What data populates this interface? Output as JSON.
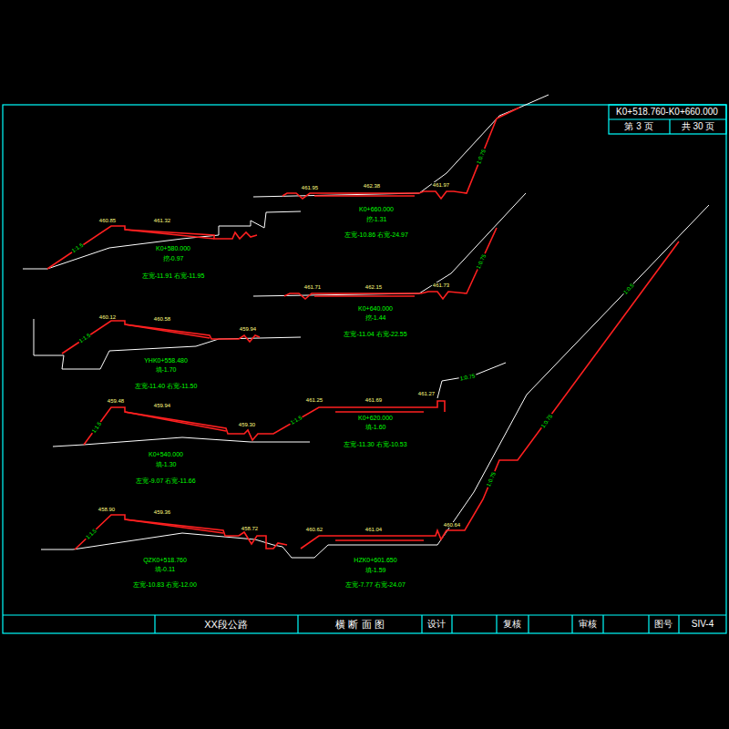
{
  "diagram": {
    "labels": [
      "K0+518.760-K0+660.000",
      "第 3 页",
      "共 30 页",
      "460.85",
      "461.32",
      "1:1.5",
      "K0+580.000",
      "挖-0.97",
      "左宽-11.91 右宽-11.95",
      "461.95",
      "462.38",
      "461.97",
      "1:0.75",
      "K0+660.000",
      "挖-1.31",
      "左宽-10.86 右宽-24.97",
      "460.12",
      "460.58",
      "459.94",
      "1:1.5",
      "YHK0+558.480",
      "填-1.70",
      "左宽-11.40 右宽-11.50",
      "461.71",
      "462.15",
      "461.73",
      "1:0.75",
      "K0+640.000",
      "挖-1.44",
      "左宽-11.04 右宽-22.55",
      "459.48",
      "459.94",
      "459.30",
      "1:1.5",
      "1:1.5",
      "K0+540.000",
      "填-1.30",
      "左宽-9.07 右宽-11.66",
      "461.25",
      "461.69",
      "461.27",
      "1:0.75",
      "K0+620.000",
      "填-1.60",
      "左宽-11.30 右宽-10.53",
      "458.90",
      "459.36",
      "458.72",
      "1:1.5",
      "QZK0+518.760",
      "填-0.11",
      "左宽-10.83 右宽-12.00",
      "460.62",
      "461.04",
      "460.64",
      "1:0.75",
      "1:0.75",
      "1:0.5",
      "HZK0+601.650",
      "填-1.59",
      "左宽-7.77 右宽-24.07",
      "XX段公路",
      "横 断 面 图",
      "设计",
      "复核",
      "审核",
      "图号",
      "SIV-4"
    ]
  }
}
